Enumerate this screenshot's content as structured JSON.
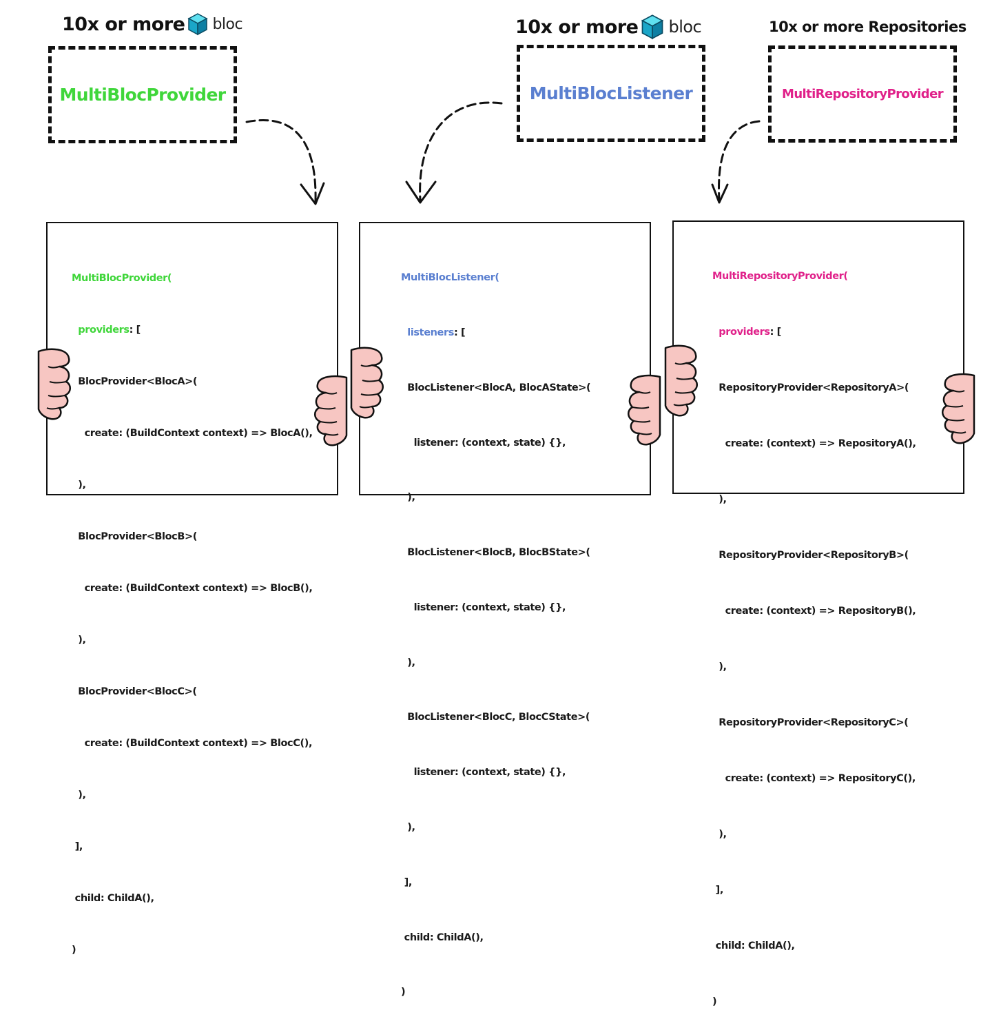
{
  "headings": {
    "left": {
      "prefix": "10x or more",
      "logo_word": "bloc"
    },
    "middle": {
      "prefix": "10x or more",
      "logo_word": "bloc"
    },
    "right": {
      "text": "10x or more Repositories"
    }
  },
  "boxes": {
    "provider": {
      "label": "MultiBlocProvider",
      "color": "#3fd63a"
    },
    "listener": {
      "label": "MultiBlocListener",
      "color": "#5a7fd0"
    },
    "repository": {
      "label": "MultiRepositoryProvider",
      "color": "#e0218a"
    }
  },
  "boards": {
    "provider": {
      "head": "MultiBlocProvider(",
      "key": "providers",
      "key_rest": ": [",
      "lines": [
        "  BlocProvider<BlocA>(",
        "    create: (BuildContext context) => BlocA(),",
        "  ),",
        "  BlocProvider<BlocB>(",
        "    create: (BuildContext context) => BlocB(),",
        "  ),",
        "  BlocProvider<BlocC>(",
        "    create: (BuildContext context) => BlocC(),",
        "  ),",
        " ],",
        " child: ChildA(),",
        ")"
      ]
    },
    "listener": {
      "head": "MultiBlocListener(",
      "key": "listeners",
      "key_rest": ": [",
      "lines": [
        "  BlocListener<BlocA, BlocAState>(",
        "    listener: (context, state) {},",
        "  ),",
        "  BlocListener<BlocB, BlocBState>(",
        "    listener: (context, state) {},",
        "  ),",
        "  BlocListener<BlocC, BlocCState>(",
        "    listener: (context, state) {},",
        "  ),",
        " ],",
        " child: ChildA(),",
        ")"
      ]
    },
    "repository": {
      "head": "MultiRepositoryProvider(",
      "key": "providers",
      "key_rest": ": [",
      "lines": [
        "  RepositoryProvider<RepositoryA>(",
        "    create: (context) => RepositoryA(),",
        "  ),",
        "  RepositoryProvider<RepositoryB>(",
        "    create: (context) => RepositoryB(),",
        "  ),",
        "  RepositoryProvider<RepositoryC>(",
        "    create: (context) => RepositoryC(),",
        "  ),",
        " ],",
        " child: ChildA(),",
        ")"
      ]
    }
  },
  "colors": {
    "hand_fill": "#f7c6c2",
    "cube_top": "#5fe0f0",
    "cube_left": "#1aa6c8",
    "cube_right": "#0d7fa3"
  }
}
